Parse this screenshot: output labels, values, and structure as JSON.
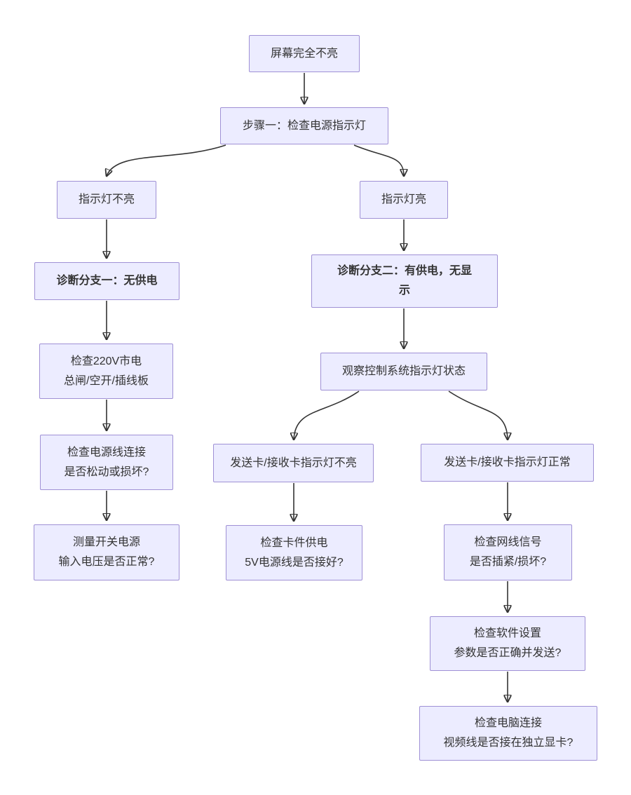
{
  "diagram": {
    "type": "flowchart",
    "direction": "top-down",
    "background": "#ffffff",
    "colors": {
      "node_fill": "#ECECFF",
      "node_border": "#9370DB",
      "edge": "#333333",
      "text": "#333333"
    },
    "nodes": [
      {
        "id": "screen-dark",
        "label": "屏幕完全不亮",
        "bold": false
      },
      {
        "id": "step1",
        "label": "步骤一：检查电源指示灯",
        "bold": false
      },
      {
        "id": "led-off",
        "label": "指示灯不亮",
        "bold": false
      },
      {
        "id": "led-on",
        "label": "指示灯亮",
        "bold": false
      },
      {
        "id": "branch1",
        "label": "诊断分支一：无供电",
        "bold": true
      },
      {
        "id": "branch2",
        "label": "诊断分支二：有供电，无显\n示",
        "bold": true
      },
      {
        "id": "check-220v",
        "label": "检查220V市电\n总闸/空开/插线板",
        "bold": false
      },
      {
        "id": "check-power-cord",
        "label": "检查电源线连接\n是否松动或损坏?",
        "bold": false
      },
      {
        "id": "measure-psu",
        "label": "测量开关电源\n输入电压是否正常?",
        "bold": false
      },
      {
        "id": "observe-ctrl-leds",
        "label": "观察控制系统指示灯状态",
        "bold": false
      },
      {
        "id": "card-led-off",
        "label": "发送卡/接收卡指示灯不亮",
        "bold": false
      },
      {
        "id": "card-led-normal",
        "label": "发送卡/接收卡指示灯正常",
        "bold": false
      },
      {
        "id": "check-card-5v",
        "label": "检查卡件供电\n5V电源线是否接好?",
        "bold": false
      },
      {
        "id": "check-lan-cable",
        "label": "检查网线信号\n是否插紧/损坏?",
        "bold": false
      },
      {
        "id": "check-software",
        "label": "检查软件设置\n参数是否正确并发送?",
        "bold": false
      },
      {
        "id": "check-pc-connection",
        "label": "检查电脑连接\n视频线是否接在独立显卡?",
        "bold": false
      }
    ],
    "edges": [
      {
        "from": "screen-dark",
        "to": "step1"
      },
      {
        "from": "step1",
        "to": "led-off"
      },
      {
        "from": "step1",
        "to": "led-on"
      },
      {
        "from": "led-off",
        "to": "branch1"
      },
      {
        "from": "led-on",
        "to": "branch2"
      },
      {
        "from": "branch1",
        "to": "check-220v"
      },
      {
        "from": "check-220v",
        "to": "check-power-cord"
      },
      {
        "from": "check-power-cord",
        "to": "measure-psu"
      },
      {
        "from": "branch2",
        "to": "observe-ctrl-leds"
      },
      {
        "from": "observe-ctrl-leds",
        "to": "card-led-off"
      },
      {
        "from": "observe-ctrl-leds",
        "to": "card-led-normal"
      },
      {
        "from": "card-led-off",
        "to": "check-card-5v"
      },
      {
        "from": "card-led-normal",
        "to": "check-lan-cable"
      },
      {
        "from": "check-lan-cable",
        "to": "check-software"
      },
      {
        "from": "check-software",
        "to": "check-pc-connection"
      }
    ]
  }
}
